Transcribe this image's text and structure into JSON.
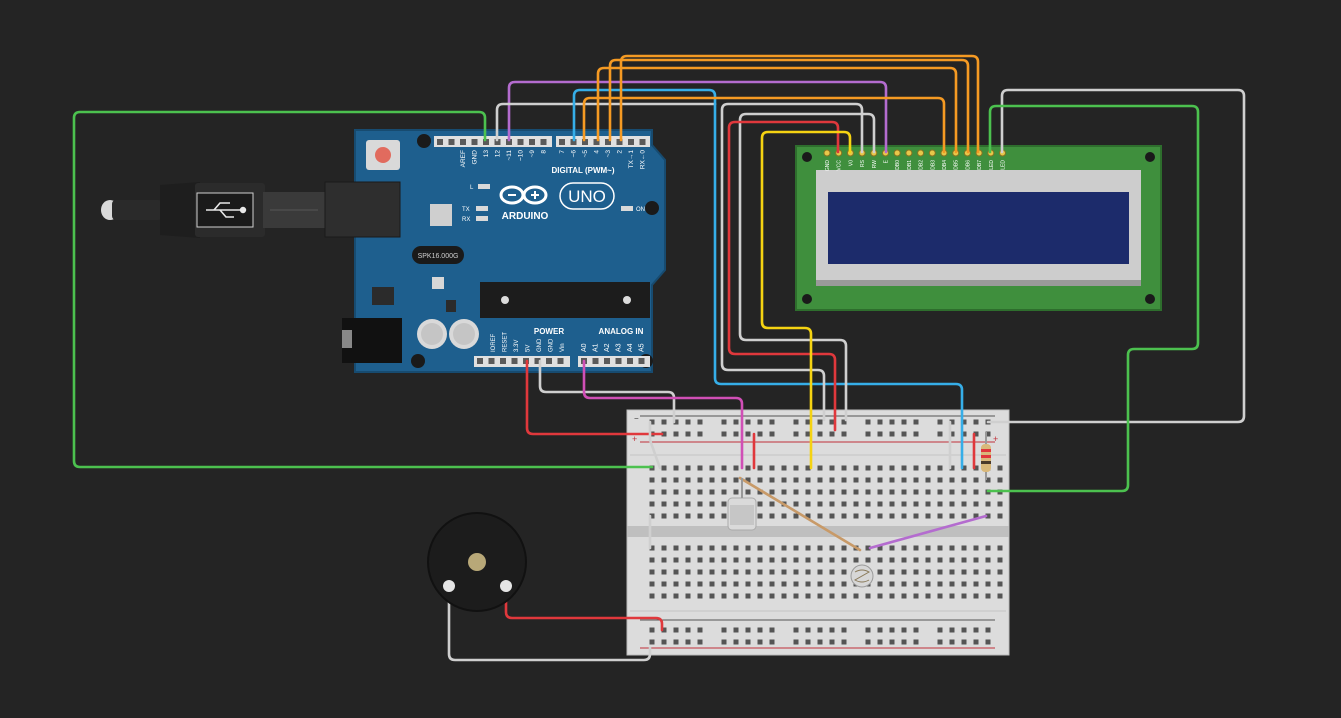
{
  "arduino": {
    "brand": "ARDUINO",
    "model": "UNO",
    "digital_label": "DIGITAL (PWM~)",
    "power_label": "POWER",
    "analog_label": "ANALOG IN",
    "crystal_label": "SPK16.000G",
    "led_l": "L",
    "led_tx": "TX",
    "led_rx": "RX",
    "led_on": "ON",
    "digital_pins": [
      "AREF",
      "GND",
      "13",
      "12",
      "~11",
      "~10",
      "~9",
      "8",
      "7",
      "~6",
      "~5",
      "4",
      "~3",
      "2",
      "TX→1",
      "RX←0"
    ],
    "power_pins": [
      "IOREF",
      "RESET",
      "3.3V",
      "5V",
      "GND",
      "GND",
      "Vin"
    ],
    "analog_pins": [
      "A0",
      "A1",
      "A2",
      "A3",
      "A4",
      "A5"
    ]
  },
  "lcd": {
    "pins": [
      "GND",
      "VCC",
      "V0",
      "RS",
      "RW",
      "E",
      "DB0",
      "DB1",
      "DB2",
      "DB3",
      "DB4",
      "DB5",
      "DB6",
      "DB7",
      "LED",
      "LED"
    ],
    "screen_color": "#1c2b6b",
    "pcb_color": "#3f8f3d"
  },
  "breadboard": {
    "plus_label": "+",
    "minus_label": "−"
  },
  "wire_colors": {
    "green": "#4cc14f",
    "orange": "#f59a23",
    "purple": "#b46ccf",
    "white": "#cfcfcf",
    "blue": "#36aee8",
    "red": "#e0383c",
    "yellow": "#f5d312",
    "pink": "#d04fb6",
    "tan": "#c89a68"
  },
  "components": {
    "usb_icon": "usb-icon",
    "piezo": "piezo-buzzer",
    "ir_receiver": "ir-receiver",
    "photoresistor": "photoresistor",
    "resistor": "resistor"
  }
}
